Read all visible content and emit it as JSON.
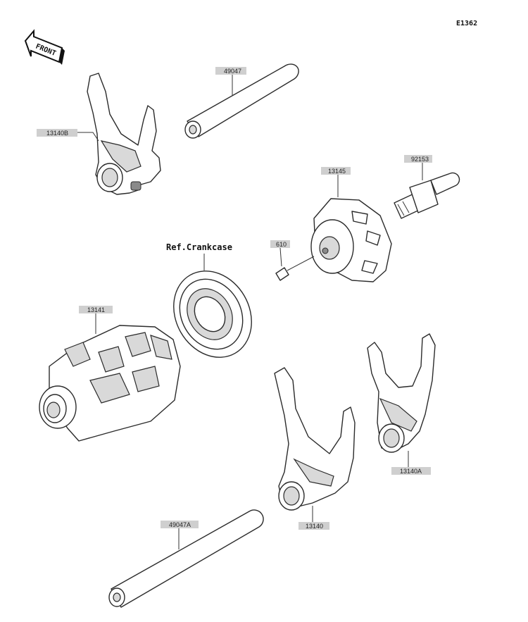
{
  "diagram_code": "E1362",
  "front_label": "FRONT",
  "reference_label": "Ref.Crankcase",
  "parts": {
    "fork_13140b": "13140B",
    "shaft_49047": "49047",
    "pin_92153": "92153",
    "drum_plate_13145": "13145",
    "pin_610": "610",
    "drum_13141": "13141",
    "fork_13140a": "13140A",
    "fork_13140": "13140",
    "shaft_49047a": "49047A"
  }
}
